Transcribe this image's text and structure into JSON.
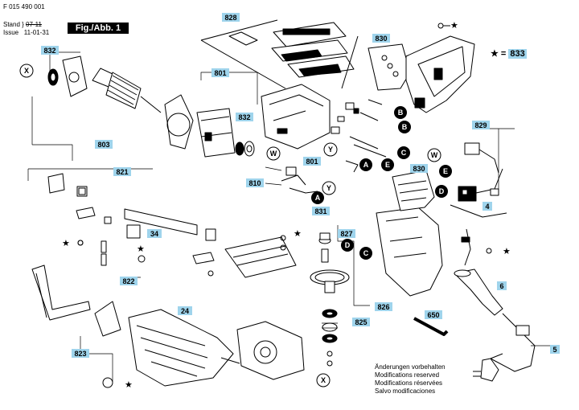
{
  "header": {
    "doc_number": "F 015 490 001",
    "stand_label": "Stand",
    "stand_value": "07-11",
    "issue_label": "Issue",
    "issue_value": "11-01-31",
    "figure_label": "Fig./Abb. 1"
  },
  "legend": {
    "star_value": "833"
  },
  "labels": {
    "l828": "828",
    "l830a": "830",
    "l832a": "832",
    "l801a": "801",
    "l832b": "832",
    "l803": "803",
    "l821": "821",
    "l810": "810",
    "l801b": "801",
    "l831": "831",
    "l830b": "830",
    "l829": "829",
    "l4": "4",
    "l34": "34",
    "l822": "822",
    "l827": "827",
    "l826": "826",
    "l825": "825",
    "l24": "24",
    "l823": "823",
    "l650": "650",
    "l6": "6",
    "l5": "5"
  },
  "markers": {
    "X": "X",
    "W": "W",
    "Y": "Y",
    "A": "A",
    "B": "B",
    "C": "C",
    "D": "D",
    "E": "E"
  },
  "notes": [
    "Änderungen vorbehalten",
    "Modifications reserved",
    "Modifications réservées",
    "Salvo modificaciones"
  ],
  "colors": {
    "label_fill": "#9fd4ec",
    "ink": "#000000"
  }
}
